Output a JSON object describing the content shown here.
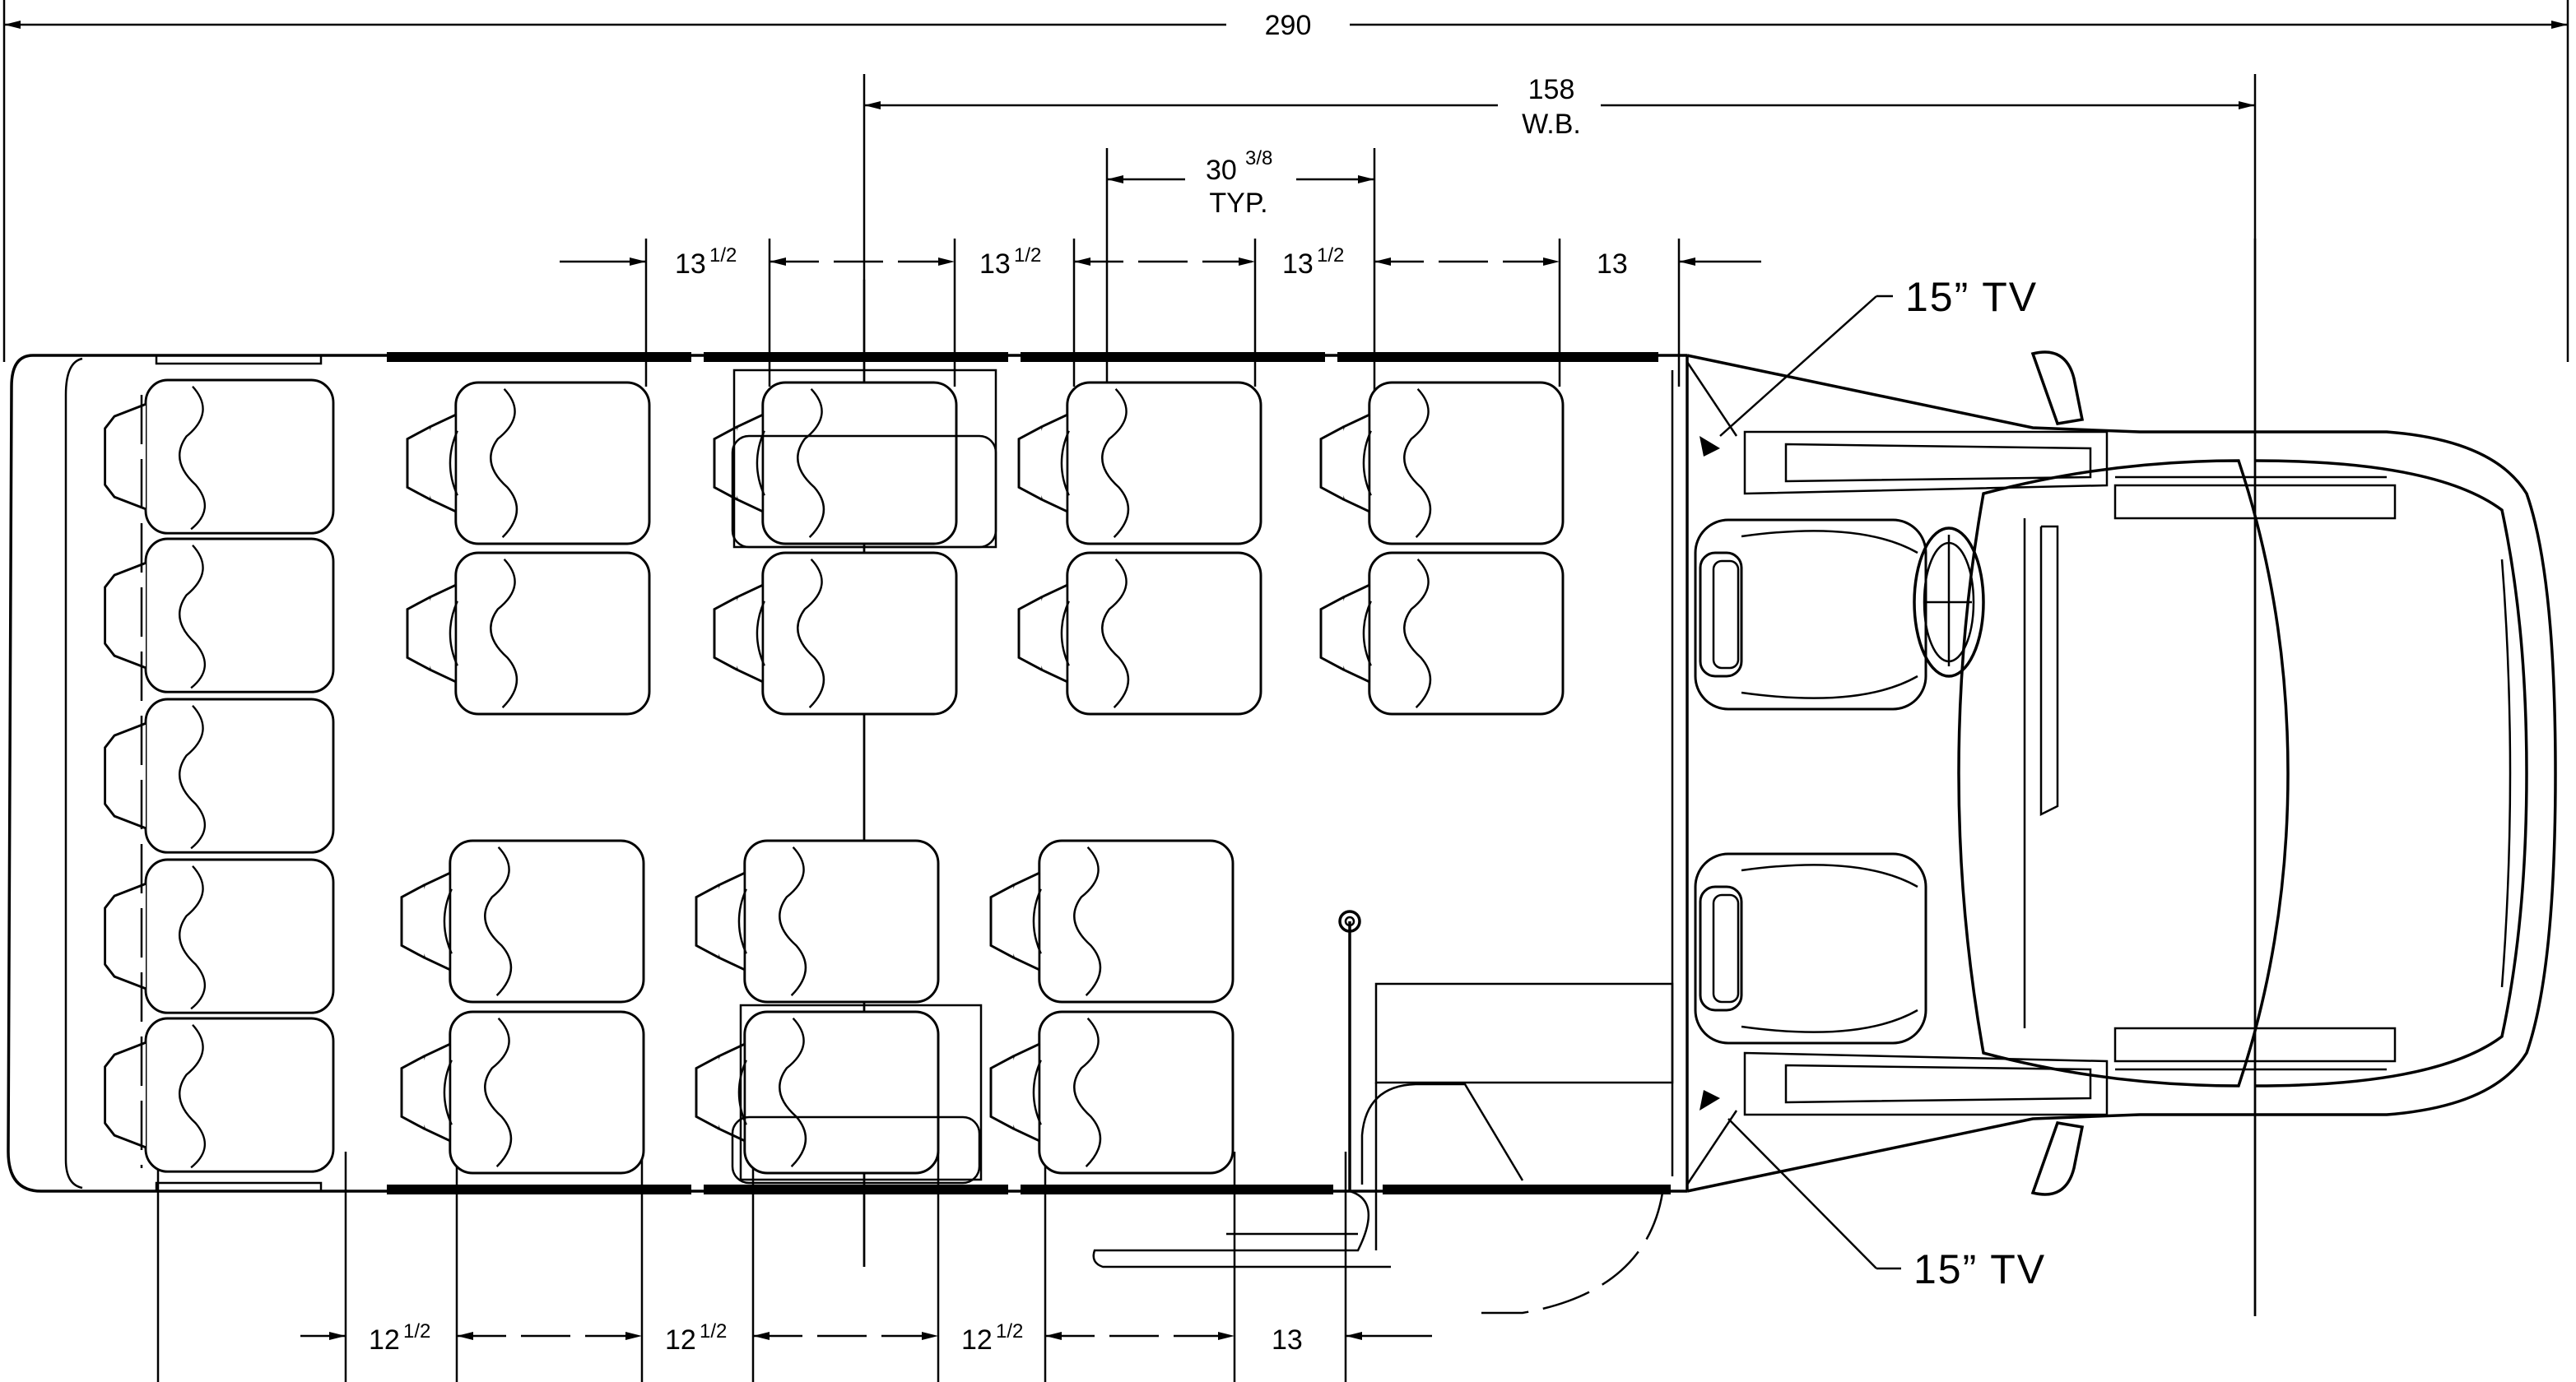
{
  "dimensions": {
    "overall": "290",
    "wheelbase": "158",
    "wheelbase_label": "W.B.",
    "seat_spacing_typ": "30",
    "seat_spacing_frac": "3/8",
    "typ_label": "TYP.",
    "top_spaces": [
      {
        "whole": "13",
        "frac": "1/2"
      },
      {
        "whole": "13",
        "frac": "1/2"
      },
      {
        "whole": "13",
        "frac": "1/2"
      },
      {
        "whole": "13",
        "frac": ""
      }
    ],
    "bottom_spaces": [
      {
        "whole": "12",
        "frac": "1/2"
      },
      {
        "whole": "12",
        "frac": "1/2"
      },
      {
        "whole": "12",
        "frac": "1/2"
      },
      {
        "whole": "13",
        "frac": ""
      }
    ]
  },
  "callouts": {
    "tv_top": "15” TV",
    "tv_bottom": "15” TV"
  }
}
